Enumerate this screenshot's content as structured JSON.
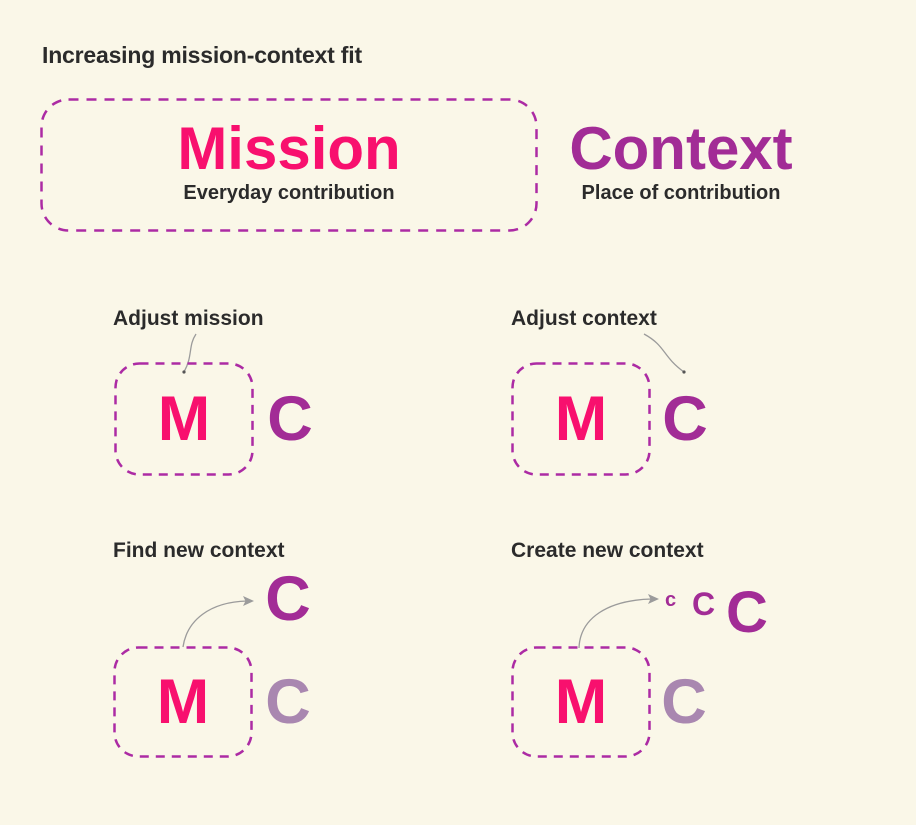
{
  "title": "Increasing mission-context fit",
  "colors": {
    "background": "#FAF7E8",
    "mission-pink": "#F8106E",
    "context-purple": "#A22C96",
    "context-faded": "#A987B0",
    "dash-purple": "#AC2BA4",
    "text-dark": "#2B2B2B",
    "connector-gray": "#9B9B9B"
  },
  "header": {
    "mission_label": "Mission",
    "mission_sublabel": "Everyday contribution",
    "context_label": "Context",
    "context_sublabel": "Place of contribution"
  },
  "quadrants": [
    {
      "label": "Adjust mission",
      "mission_letter": "M",
      "context_letter": "C"
    },
    {
      "label": "Adjust context",
      "mission_letter": "M",
      "context_letter": "C"
    },
    {
      "label": "Find new context",
      "mission_letter": "M",
      "old_context_letter": "C",
      "new_context_letter": "C"
    },
    {
      "label": "Create new context",
      "mission_letter": "M",
      "old_context_letter": "C",
      "new_context_letters": [
        "c",
        "C",
        "C"
      ]
    }
  ]
}
